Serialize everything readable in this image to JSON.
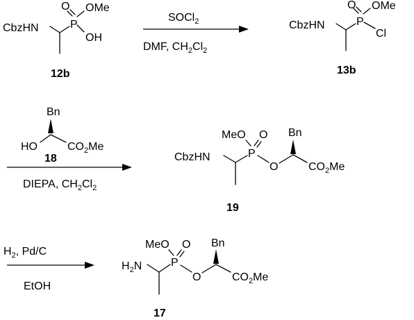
{
  "colors": {
    "ink": "#000000",
    "background": "#ffffff"
  },
  "compounds": {
    "c12b": {
      "label": "12b",
      "cbzhn": "CbzHN",
      "p": "P",
      "o_eq": "O",
      "ome": "OMe",
      "oh": "OH"
    },
    "c13b": {
      "label": "13b",
      "cbzhn": "CbzHN",
      "p": "P",
      "o_eq": "O",
      "ome": "OMe",
      "cl": "Cl"
    },
    "c18": {
      "label": "18",
      "bn": "Bn",
      "ho": "HO",
      "co2me_a": "CO",
      "co2me_b": "2",
      "co2me_c": "Me"
    },
    "c19": {
      "label": "19",
      "cbzhn": "CbzHN",
      "p": "P",
      "meo": "MeO",
      "o_eq": "O",
      "o_ester": "O",
      "bn": "Bn",
      "co2me_a": "CO",
      "co2me_b": "2",
      "co2me_c": "Me"
    },
    "c17": {
      "label": "17",
      "h": "H",
      "h_sub": "2",
      "n": "N",
      "p": "P",
      "meo": "MeO",
      "o_eq": "O",
      "o_ester": "O",
      "bn": "Bn",
      "co2me_a": "CO",
      "co2me_b": "2",
      "co2me_c": "Me"
    }
  },
  "steps": [
    {
      "above": {
        "a": "SOCl",
        "b": "2"
      },
      "below": {
        "a": "DMF, CH",
        "b": "2",
        "c": "Cl",
        "d": "2"
      }
    },
    {
      "below": {
        "a": "DIEPA, CH",
        "b": "2",
        "c": "Cl",
        "d": "2"
      }
    },
    {
      "above": {
        "a": "H",
        "b": "2",
        "c": ", Pd/C"
      },
      "below": {
        "a": "EtOH"
      }
    }
  ]
}
